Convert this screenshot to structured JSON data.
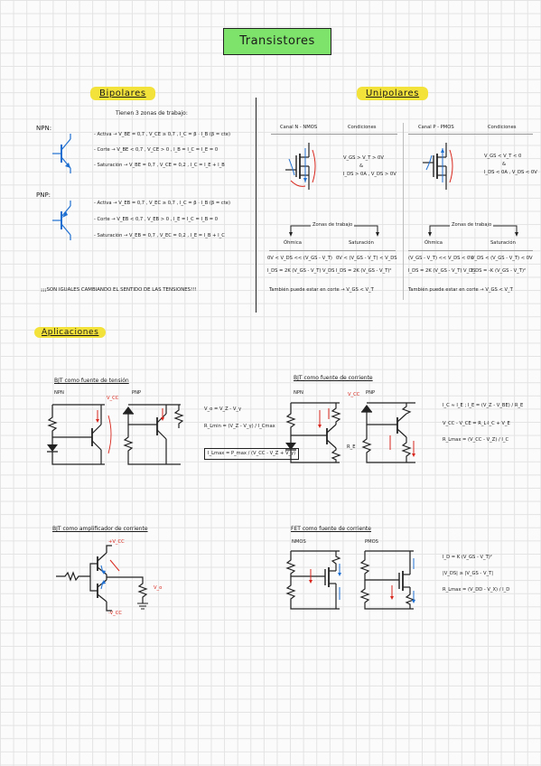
{
  "title": "Transistores",
  "bipolares": {
    "heading": "Bipolares",
    "intro": "Tienen 3 zonas de trabajo:",
    "npn": {
      "label": "NPN:",
      "zones": [
        "- Activa → V_BE = 0,7 ,  V_CE ≥ 0,7 ,  I_C = β · I_B  (β = cte)",
        "- Corte → V_BE < 0,7 ,  V_CE > 0 ,  I_B = I_C = I_E = 0",
        "- Saturación → V_BE = 0,7 ,  V_CE = 0,2 ,  I_C = I_E + I_B"
      ]
    },
    "pnp": {
      "label": "PNP:",
      "zones": [
        "- Activa → V_EB = 0,7 ,  V_EC ≥ 0,7 ,  I_C = β · I_B  (β = cte)",
        "- Corte → V_EB < 0,7 ,  V_EB > 0 ,  I_E = I_C = I_B = 0",
        "- Saturación → V_EB = 0,7 ,  V_EC = 0,2 ,  I_E = I_B + I_C"
      ]
    },
    "note": "¡¡¡SON IGUALES CAMBIANDO EL SENTIDO DE LAS TENSIONES!!!"
  },
  "unipolares": {
    "heading": "Unipolares",
    "nmos": {
      "col1": "Canal N - NMOS",
      "col2": "Condiciones",
      "conditions": [
        "V_GS > V_T > 0V",
        "&",
        "I_DS > 0A ,  V_DS > 0V"
      ],
      "zones_label": "Zonas de trabajo",
      "ohmica": "Óhmica",
      "saturacion": "Saturación",
      "ohmica_cond": "0V < V_DS << (V_GS - V_T)",
      "ohmica_eq": "I_DS = 2K (V_GS - V_T) V_DS",
      "sat_cond": "0V < (V_GS - V_T) < V_DS",
      "sat_eq": "I_DS = 2K (V_GS - V_T)²",
      "corte": "También puede estar en corte → V_GS < V_T"
    },
    "pmos": {
      "col1": "Canal P - PMOS",
      "col2": "Condiciones",
      "conditions": [
        "V_GS < V_T < 0",
        "&",
        "I_DS < 0A , V_DS < 0V"
      ],
      "zones_label": "Zonas de trabajo",
      "ohmica": "Óhmica",
      "saturacion": "Saturación",
      "ohmica_cond": "(V_GS - V_T) << V_DS < 0V",
      "ohmica_eq": "I_DS = 2K (V_GS - V_T) V_DS",
      "sat_cond": "V_DS < (V_GS - V_T) < 0V",
      "sat_eq": "I_DS = -K (V_GS - V_T)²",
      "corte": "También puede estar en corte → V_GS < V_T"
    }
  },
  "aplicaciones": {
    "heading": "Aplicaciones",
    "tension": {
      "title": "BJT como fuente de tensión",
      "npn": "NPN",
      "pnp": "PNP",
      "eqs": [
        "V_o = V_Z - V_γ",
        "R_Lmin = (V_Z - V_γ) / I_Cmax",
        "I_Lmax = P_max / (V_CC - V_Z + V_γ)"
      ],
      "vcc": "V_CC"
    },
    "corriente": {
      "title": "BJT como fuente de corriente",
      "npn": "NPN",
      "pnp": "PNP",
      "eqs": [
        "I_C ≈ I_E ; I_E = (V_Z - V_BE) / R_E",
        "V_CC - V_CE = R_L·I_C + V_E",
        "R_Lmax = (V_CC - V_Z) / I_C"
      ],
      "vcc": "V_CC",
      "re": "R_E"
    },
    "amplificador": {
      "title": "BJT como amplificador de corriente",
      "vcc_pos": "+V_CC",
      "vcc_neg": "-V_CC",
      "vo": "V_o"
    },
    "fet": {
      "title": "FET como fuente de corriente",
      "nmos": "NMOS",
      "pmos": "PMOS",
      "eqs": [
        "I_D = K (V_GS - V_T)²",
        "|V_DS| ≥ |V_GS - V_T|",
        "R_Lmax = (V_DD - V_X) / I_D"
      ]
    }
  }
}
